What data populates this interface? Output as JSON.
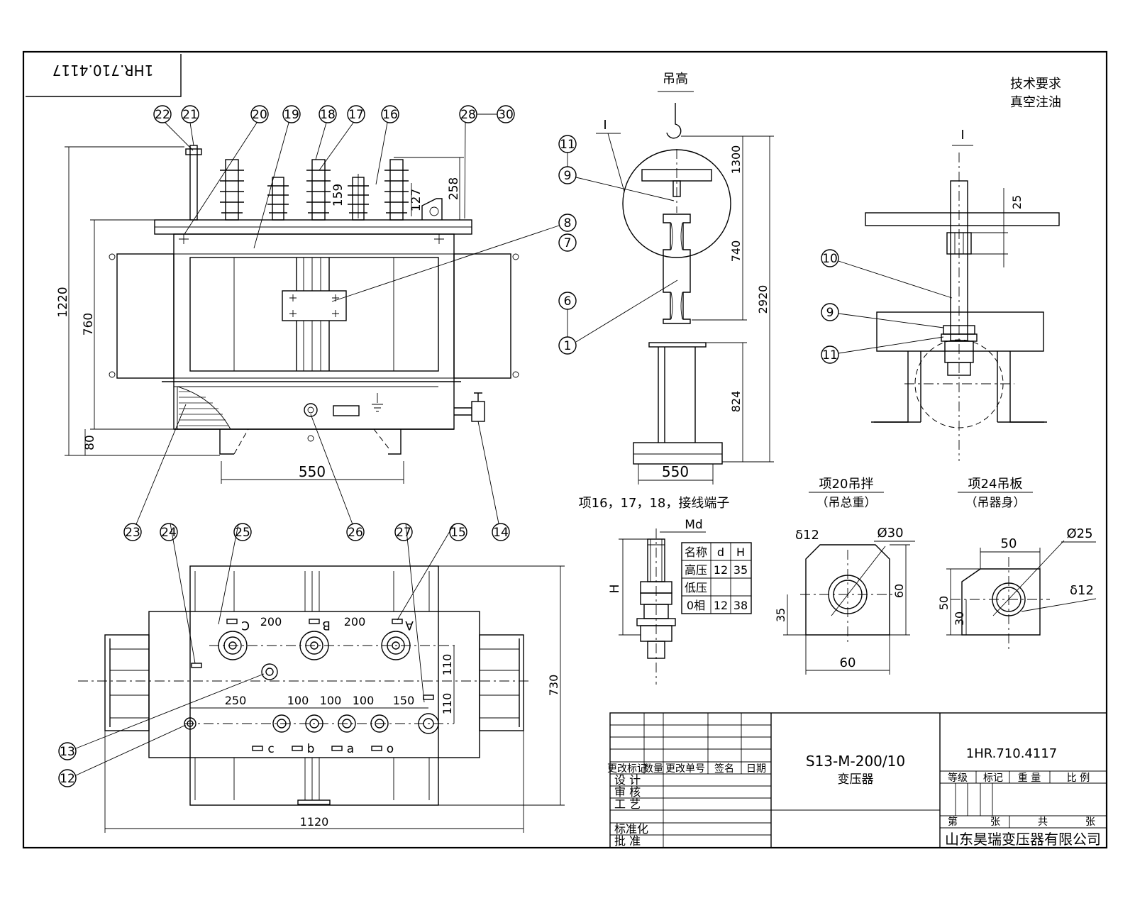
{
  "drawing_number_flipped": "1HR.710.4117",
  "balloons_top": [
    "22",
    "21",
    "20",
    "19",
    "18",
    "17",
    "16",
    "28",
    "30"
  ],
  "balloons_mid_left": [
    "23",
    "24",
    "25",
    "26",
    "27",
    "15",
    "14"
  ],
  "balloons_bottom": [
    "13",
    "12"
  ],
  "balloons_center": [
    "11",
    "9",
    "8",
    "7",
    "6",
    "1"
  ],
  "balloons_right": [
    "10",
    "9",
    "11"
  ],
  "front_view_dims": {
    "d1220": "1220",
    "d760": "760",
    "d80": "80",
    "d550": "550",
    "d159": "159",
    "d127": "127",
    "d258": "258"
  },
  "plan_view_dims": {
    "d200a": "200",
    "d200b": "200",
    "d110a": "110",
    "d110b": "110",
    "d250": "250",
    "d100a": "100",
    "d100b": "100",
    "d100c": "100",
    "d150": "150",
    "d730": "730",
    "d1120": "1120"
  },
  "plan_phase_labels": {
    "C": "C",
    "B": "B",
    "A": "A",
    "c": "c",
    "b": "b",
    "a": "a",
    "o": "o"
  },
  "lift_view": {
    "label_lift": "吊高",
    "label_I": "I",
    "d1300": "1300",
    "d740": "740",
    "d2920": "2920",
    "d824": "824",
    "d550": "550"
  },
  "tech_requirements": {
    "title": "技术要求",
    "line1": "真空注油"
  },
  "detail_I": {
    "label_I": "I",
    "d25": "25"
  },
  "terminal_caption": "项16，17，18，接线端子",
  "terminal": {
    "md": "Md",
    "h": "H"
  },
  "terminal_table": {
    "headers": [
      "名称",
      "d",
      "H"
    ],
    "rows": [
      [
        "高压",
        "12",
        "35"
      ],
      [
        "低压",
        "",
        ""
      ],
      [
        "0相",
        "12",
        "38"
      ]
    ]
  },
  "lug20": {
    "title": "项20吊拌",
    "subtitle": "（吊总重）",
    "s12": "δ12",
    "phi": "Ø30",
    "d60v": "60",
    "d35": "35",
    "d60h": "60"
  },
  "lug24": {
    "title": "项24吊板",
    "subtitle": "（吊器身）",
    "phi": "Ø25",
    "d50h": "50",
    "d50v": "50",
    "d30": "30",
    "s12": "δ12"
  },
  "title_block": {
    "model": "S13-M-200/10",
    "name": "变压器",
    "drawing_number": "1HR.710.4117",
    "company": "山东昊瑞变压器有限公司",
    "rev_headers": [
      "更改标记",
      "数量",
      "更改单号",
      "签名",
      "日期"
    ],
    "roles": [
      "设 计",
      "审 核",
      "工 艺",
      "标准化",
      "批 准"
    ],
    "grade_headers": [
      "等级",
      "标记",
      "重 量",
      "比 例"
    ],
    "sheet_a": "第",
    "sheet_b": "张",
    "sheet_c": "共",
    "sheet_d": "张"
  }
}
